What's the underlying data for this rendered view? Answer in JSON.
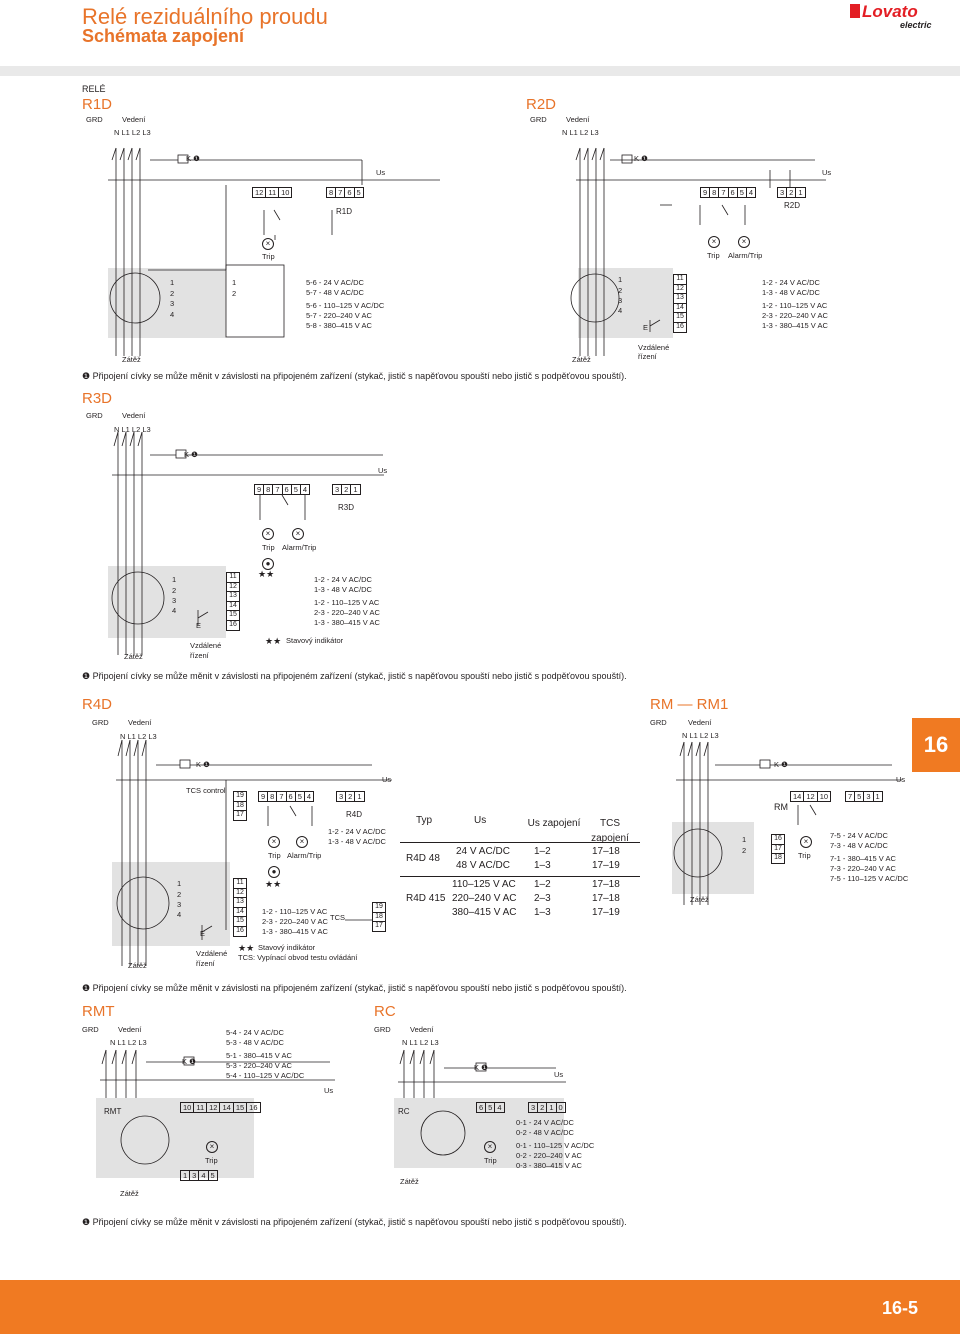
{
  "header": {
    "title": "Relé reziduálního proudu",
    "subtitle": "Schémata zapojení",
    "logo_main": "Lovato",
    "logo_sub": "electric",
    "page_number": "16-5",
    "tab_number": "16"
  },
  "common": {
    "grd": "GRD",
    "vedeni": "Vedení",
    "phases": "N  L1 L2 L3",
    "k1": "K ❶",
    "us": "Us",
    "zatez": "Zátěž",
    "trip": "Trip",
    "alarm_trip": "Alarm/Trip",
    "remote_1": "Vzdálené",
    "remote_2": "řízení",
    "e": "E",
    "stars": "★★",
    "status_indicator": "Stavový indikátor",
    "footnote": "❶ Připojení cívky se může měnit v závislosti na připojeném zařízení (stykač, jistič s napěťovou spouští nebo jistič s podpěťovou spouští)."
  },
  "r1d": {
    "group": "RELÉ",
    "title": "R1D",
    "label": "R1D",
    "terms_a": [
      "12",
      "11",
      "10"
    ],
    "terms_b": [
      "8",
      "7",
      "6",
      "5"
    ],
    "ct": [
      "1",
      "2",
      "3",
      "4"
    ],
    "ct_box": [
      "1",
      "2"
    ],
    "ratings": [
      "5-6 - 24 V AC/DC",
      "5-7 - 48 V AC/DC",
      "5-6 - 110–125 V AC/DC",
      "5-7 - 220–240 V AC",
      "5-8 - 380–415 V AC"
    ]
  },
  "r2d": {
    "title": "R2D",
    "label": "R2D",
    "terms_a": [
      "9",
      "8",
      "7",
      "6",
      "5",
      "4"
    ],
    "terms_b": [
      "3",
      "2",
      "1"
    ],
    "ct": [
      "1",
      "2",
      "3",
      "4"
    ],
    "list": [
      "11",
      "12",
      "13",
      "14",
      "15",
      "16"
    ],
    "ratings": [
      "1-2 - 24 V AC/DC",
      "1-3 - 48 V AC/DC",
      "1-2 - 110–125 V AC",
      "2-3 - 220–240 V AC",
      "1-3 - 380–415 V AC"
    ]
  },
  "r3d": {
    "title": "R3D",
    "label": "R3D",
    "terms_a": [
      "9",
      "8",
      "7",
      "6",
      "5",
      "4"
    ],
    "terms_b": [
      "3",
      "2",
      "1"
    ],
    "ct": [
      "1",
      "2",
      "3",
      "4"
    ],
    "list": [
      "11",
      "12",
      "13",
      "14",
      "15",
      "16"
    ],
    "ratings": [
      "1-2 - 24 V AC/DC",
      "1-3 - 48 V AC/DC",
      "1-2 - 110–125 V AC",
      "2-3 - 220–240 V AC",
      "1-3 - 380–415 V AC"
    ]
  },
  "r4d": {
    "title": "R4D",
    "label": "R4D",
    "tcs_control": "TCS control",
    "tcs": "TCS",
    "tcs_note": "TCS: Vypínací obvod testu ovládání",
    "list_top": [
      "19",
      "18",
      "17"
    ],
    "terms_a": [
      "9",
      "8",
      "7",
      "6",
      "5",
      "4"
    ],
    "terms_b": [
      "3",
      "2",
      "1"
    ],
    "ct": [
      "1",
      "2",
      "3",
      "4"
    ],
    "list": [
      "11",
      "12",
      "13",
      "14",
      "15",
      "16"
    ],
    "tcs_list": [
      "19",
      "18",
      "17"
    ],
    "ratings_a": [
      "1-2 - 24 V AC/DC",
      "1-3 - 48 V AC/DC"
    ],
    "ratings_b": [
      "1-2 - 110–125 V AC",
      "2-3 - 220–240 V AC",
      "1-3 - 380–415 V AC"
    ],
    "table": {
      "headers": [
        "Typ",
        "Us",
        "Us zapojení",
        "TCS zapojení"
      ],
      "rows": [
        {
          "typ": "R4D 48",
          "us": [
            "24 V AC/DC",
            "48 V AC/DC"
          ],
          "usz": [
            "1–2",
            "1–3"
          ],
          "tcs": [
            "17–18",
            "17–19"
          ]
        },
        {
          "typ": "R4D 415",
          "us": [
            "110–125 V AC",
            "220–240 V AC",
            "380–415 V AC"
          ],
          "usz": [
            "1–2",
            "2–3",
            "1–3"
          ],
          "tcs": [
            "17–18",
            "17–18",
            "17–19"
          ]
        }
      ]
    }
  },
  "rm": {
    "title": "RM — RM1",
    "label": "RM",
    "terms_a": [
      "14",
      "12",
      "10"
    ],
    "terms_b": [
      "7",
      "5",
      "3",
      "1"
    ],
    "ct": [
      "1",
      "2"
    ],
    "list": [
      "16",
      "17",
      "18"
    ],
    "ratings": [
      "7-5 - 24 V AC/DC",
      "7-3 - 48 V AC/DC",
      "7-1 - 380–415 V AC",
      "7-3 - 220–240 V AC",
      "7-5 - 110–125 V AC/DC"
    ]
  },
  "rmt": {
    "title": "RMT",
    "label": "RMT",
    "terms_top": [
      "10",
      "11",
      "12",
      "14",
      "15",
      "16"
    ],
    "terms_bottom": [
      "1",
      "3",
      "4",
      "5"
    ],
    "ratings": [
      "5-4 - 24 V AC/DC",
      "5-3 - 48 V AC/DC",
      "5-1 - 380–415 V AC",
      "5-3 - 220–240 V AC",
      "5-4 - 110–125 V AC/DC"
    ]
  },
  "rc": {
    "title": "RC",
    "label": "RC",
    "terms_a": [
      "6",
      "5",
      "4"
    ],
    "terms_b": [
      "3",
      "2",
      "1",
      "0"
    ],
    "ratings": [
      "0-1 - 24 V AC/DC",
      "0-2 - 48 V AC/DC",
      "0-1 - 110–125 V AC/DC",
      "0-2 - 220–240 V AC",
      "0-3 - 380–415 V AC"
    ]
  }
}
